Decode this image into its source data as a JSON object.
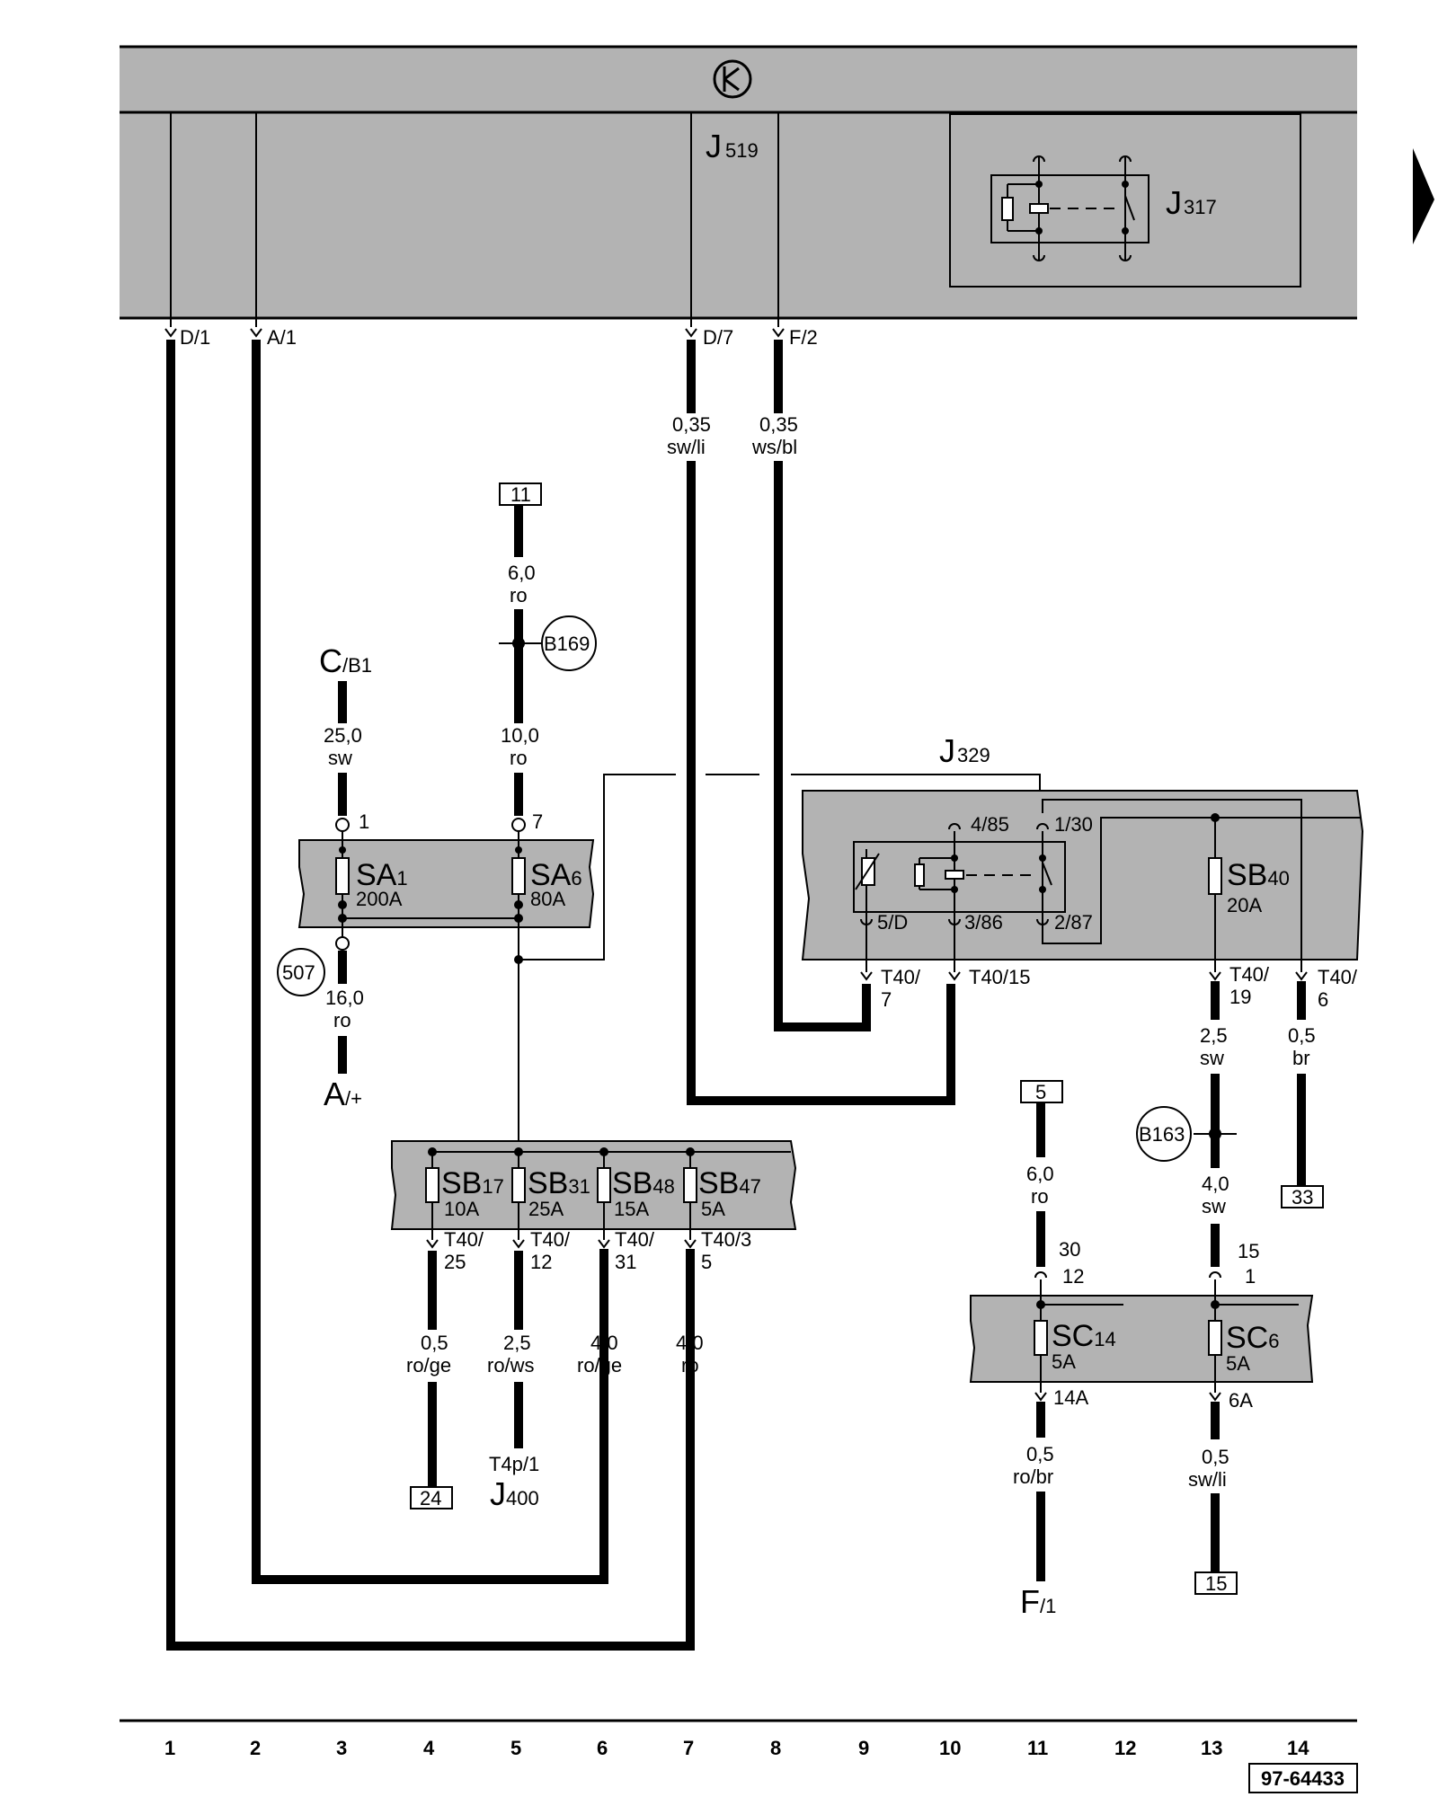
{
  "diagram": {
    "doc_code": "97-64433",
    "bottom_scale": [
      "1",
      "2",
      "3",
      "4",
      "5",
      "6",
      "7",
      "8",
      "9",
      "10",
      "11",
      "12",
      "13",
      "14"
    ]
  },
  "components": {
    "j519": {
      "letter": "J",
      "sub": "519"
    },
    "j317": {
      "letter": "J",
      "sub": "317"
    },
    "j329": {
      "letter": "J",
      "sub": "329"
    },
    "j400": {
      "letter": "J",
      "sub": "400",
      "connector": "T4p/1"
    },
    "cb1": {
      "letter": "C",
      "sub": "/B1"
    },
    "aplus": {
      "letter": "A",
      "sub": "/+"
    },
    "f1": {
      "letter": "F",
      "sub": "/1"
    },
    "sa1": {
      "name": "SA",
      "num": "1",
      "amp": "200A"
    },
    "sa6": {
      "name": "SA",
      "num": "6",
      "amp": "80A"
    },
    "sb17": {
      "name": "SB",
      "num": "17",
      "amp": "10A"
    },
    "sb31": {
      "name": "SB",
      "num": "31",
      "amp": "25A"
    },
    "sb48": {
      "name": "SB",
      "num": "48",
      "amp": "15A"
    },
    "sb47": {
      "name": "SB",
      "num": "47",
      "amp": "5A"
    },
    "sb40": {
      "name": "SB",
      "num": "40",
      "amp": "20A"
    },
    "sc14": {
      "name": "SC",
      "num": "14",
      "amp": "5A"
    },
    "sc6": {
      "name": "SC",
      "num": "6",
      "amp": "5A"
    }
  },
  "pins": {
    "d1": "D/1",
    "a1": "A/1",
    "d7": "D/7",
    "f2": "F/2",
    "sa_in1": "1",
    "sa_in7": "7",
    "p485": "4/85",
    "p130": "1/30",
    "p5d": "5/D",
    "p386": "3/86",
    "p287": "2/87",
    "t40_7a": "T40/",
    "t40_7b": "7",
    "t40_15": "T40/15",
    "t40_19a": "T40/",
    "t40_19b": "19",
    "t40_6a": "T40/",
    "t40_6b": "6",
    "t40_25a": "T40/",
    "t40_25b": "25",
    "t40_12a": "T40/",
    "t40_12b": "12",
    "t40_31a": "T40/",
    "t40_31b": "31",
    "t40_35a": "T40/3",
    "t40_35b": "5",
    "sc_in30": "30",
    "sc_in12": "12",
    "sc_in15": "15",
    "sc_in1": "1",
    "p14a": "14A",
    "p6a": "6A"
  },
  "wires": {
    "w_d7": {
      "size": "0,35",
      "color": "sw/li"
    },
    "w_f2": {
      "size": "0,35",
      "color": "ws/bl"
    },
    "w_11": {
      "size": "6,0",
      "color": "ro"
    },
    "w_b169": {
      "size": "10,0",
      "color": "ro"
    },
    "w_cb1": {
      "size": "25,0",
      "color": "sw"
    },
    "w_aplus": {
      "size": "16,0",
      "color": "ro"
    },
    "w_19": {
      "size": "2,5",
      "color": "sw"
    },
    "w_6": {
      "size": "0,5",
      "color": "br"
    },
    "w_5": {
      "size": "6,0",
      "color": "ro"
    },
    "w_b163": {
      "size": "4,0",
      "color": "sw"
    },
    "w_25": {
      "size": "0,5",
      "color": "ro/ge"
    },
    "w_12": {
      "size": "2,5",
      "color": "ro/ws"
    },
    "w_31": {
      "size": "4,0",
      "color": "ro/ge"
    },
    "w_35": {
      "size": "4,0",
      "color": "ro"
    },
    "w_14a": {
      "size": "0,5",
      "color": "ro/br"
    },
    "w_6a": {
      "size": "0,5",
      "color": "sw/li"
    }
  },
  "references": {
    "r11": "11",
    "r5": "5",
    "r33": "33",
    "r24": "24",
    "r15": "15",
    "b169": "B169",
    "b163": "B163",
    "n507": "507"
  }
}
